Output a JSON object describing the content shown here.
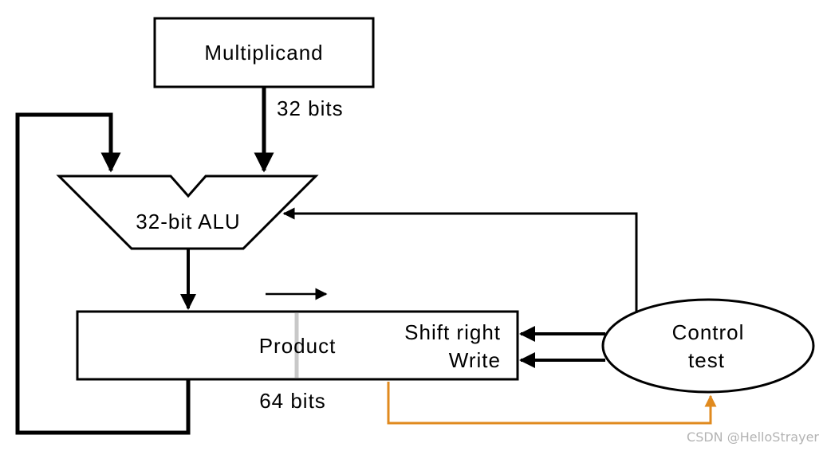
{
  "labels": {
    "multiplicand": "Multiplicand",
    "multiplicand_width": "32 bits",
    "alu": "32-bit ALU",
    "product": "Product",
    "product_width": "64 bits",
    "shift_right": "Shift right",
    "write": "Write",
    "control_line1": "Control",
    "control_line2": "test"
  },
  "watermark": "CSDN @HelloStrayer",
  "colors": {
    "line": "#000000",
    "feedback": "#e08a1e",
    "divider": "#c8c8c8",
    "watermark": "#b3b3b3"
  }
}
